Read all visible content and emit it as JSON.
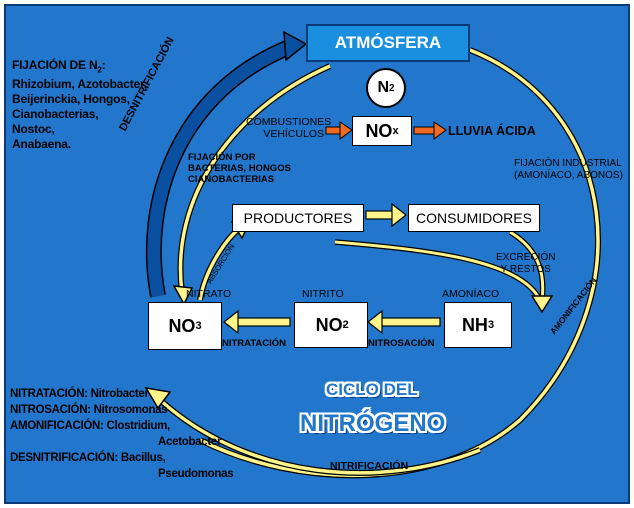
{
  "atmosphere": {
    "title": "ATMÓSFERA",
    "n2_main": "N",
    "n2_sub": "2"
  },
  "fixation_list": {
    "heading_main": "FIJACIÓN DE N",
    "heading_sub": "2",
    "heading_end": ":",
    "lines": [
      "Rhizobium, Azotobacter,",
      "Beijerinckia, Hongos,",
      "Cianobacterias,",
      "Nostoc,",
      "Anabaena."
    ]
  },
  "labels": {
    "desnitrificacion": "DESNITRIFICACIÓN",
    "fijacion_por": [
      "FIJACIÓN POR",
      "BACTERIAS, HONGOS",
      "CIANOBACTERIAS"
    ],
    "combustiones": [
      "COMBUSTIONES",
      "VEHÍCULOS"
    ],
    "lluvia_acida": "LLUVIA ÁCIDA",
    "fijacion_industrial": [
      "FIJACIÓN INDUSTRIAL",
      "(AMONÍACO, ABONOS)"
    ],
    "absorcion": "ABSORCIÓN",
    "excrecion": [
      "EXCRECIÓN",
      "Y RESTOS"
    ],
    "amonificacion": "AMONIFICACIÓN",
    "nitrato": "NITRATO",
    "nitrito": "NITRITO",
    "amoniaco": "AMONÍACO",
    "nitratacion": "NITRATACIÓN",
    "nitrosacion": "NITROSACIÓN",
    "nitrificacion": "NITRIFICACIÓN"
  },
  "boxes": {
    "nox_main": "NO",
    "nox_sub": "x",
    "productores": "PRODUCTORES",
    "consumidores": "CONSUMIDORES",
    "no3_main": "NO",
    "no3_sub": "3",
    "no2_main": "NO",
    "no2_sub": "2",
    "no2_sup": "-",
    "nh3_main": "NH",
    "nh3_sub": "3"
  },
  "title": {
    "line1": "CICLO DEL",
    "line2": "NITRÓGENO"
  },
  "organisms": [
    {
      "label": "NITRATACIÓN:",
      "value": "Nitrobacter"
    },
    {
      "label": "NITROSACIÓN:",
      "value": "Nitrosomonas"
    },
    {
      "label": "AMONIFICACIÓN:",
      "value": "Clostridium,"
    },
    {
      "label": "",
      "value": "Acetobacter"
    },
    {
      "label": "DESNITRIFICACIÓN:",
      "value": "Bacillus,"
    },
    {
      "label": "",
      "value": "Pseudomonas"
    }
  ],
  "colors": {
    "background": "#2277cc",
    "arrow_yellow": "#fff48a",
    "arrow_dark": "#0a4fa0",
    "arrow_orange": "#f26a22"
  }
}
